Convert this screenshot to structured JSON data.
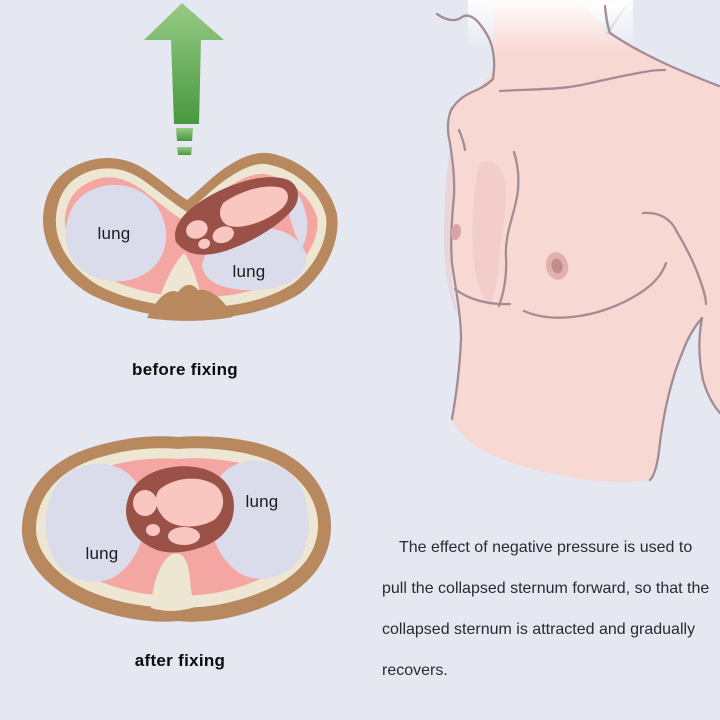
{
  "before_section": {
    "title": "before fixing",
    "left_lung": "lung",
    "right_lung": "lung"
  },
  "after_section": {
    "title": "after fixing",
    "left_lung": "lung",
    "right_lung": "lung"
  },
  "description": {
    "lines": [
      "The effect of negative pressure is used to",
      "pull the collapsed sternum forward, so that the",
      "collapsed sternum is attracted and gradually",
      "recovers."
    ]
  },
  "icons": {
    "arrow": "up-arrow"
  },
  "colors": {
    "background": "#e5e7f1",
    "arrow_green_top": "#97cb86",
    "arrow_green_bottom": "#48983e",
    "rib_ring_brown": "#b8895f",
    "muscle_cream": "#ece6d2",
    "tissue_pink": "#f4a7a2",
    "lung_lavender": "#dadcec",
    "heart_ring": "#9a5248",
    "heart_interior": "#f9c7c0",
    "skin": "#f8d8d3",
    "skin_outline": "#a08890",
    "text": "#2a2a31"
  }
}
